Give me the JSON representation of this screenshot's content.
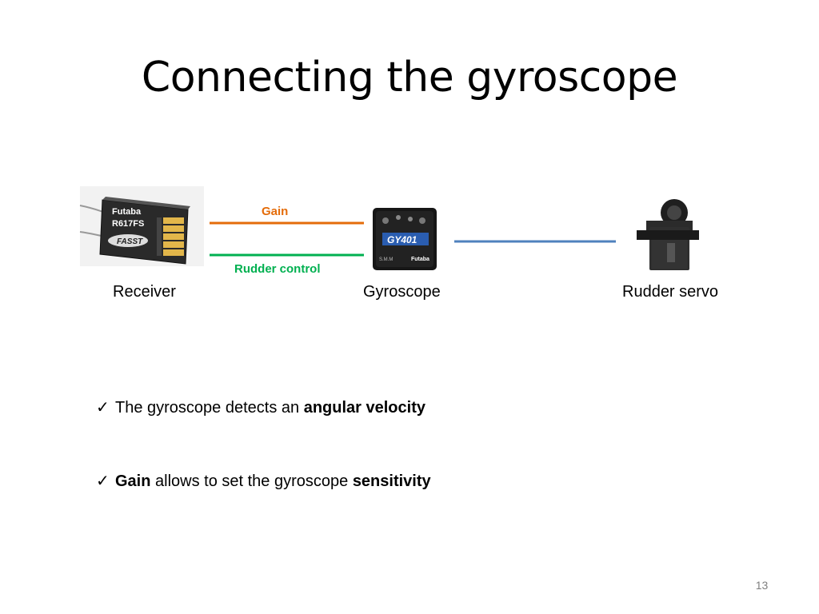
{
  "slide": {
    "title": "Connecting the gyroscope",
    "page_number": "13"
  },
  "diagram": {
    "components": {
      "receiver": {
        "label": "Receiver",
        "brand": "Futaba",
        "model": "R617FS",
        "badge": "FASST"
      },
      "gyroscope": {
        "label": "Gyroscope",
        "model": "GY401",
        "brand": "Futaba",
        "tag": "S.M.M"
      },
      "servo": {
        "label": "Rudder servo"
      }
    },
    "connections": {
      "gain": {
        "label": "Gain",
        "color": "#E46C0A"
      },
      "rudder": {
        "label": "Rudder control",
        "color": "#00B050"
      },
      "servo_line": {
        "color": "#4F81BD"
      }
    }
  },
  "bullets": [
    {
      "check": "✓",
      "text1": "The gyroscope detects an ",
      "bold1": "angular velocity"
    },
    {
      "check": "✓",
      "bold1": "Gain",
      "text1": " allows to set the gyroscope ",
      "bold2": "sensitivity"
    }
  ]
}
